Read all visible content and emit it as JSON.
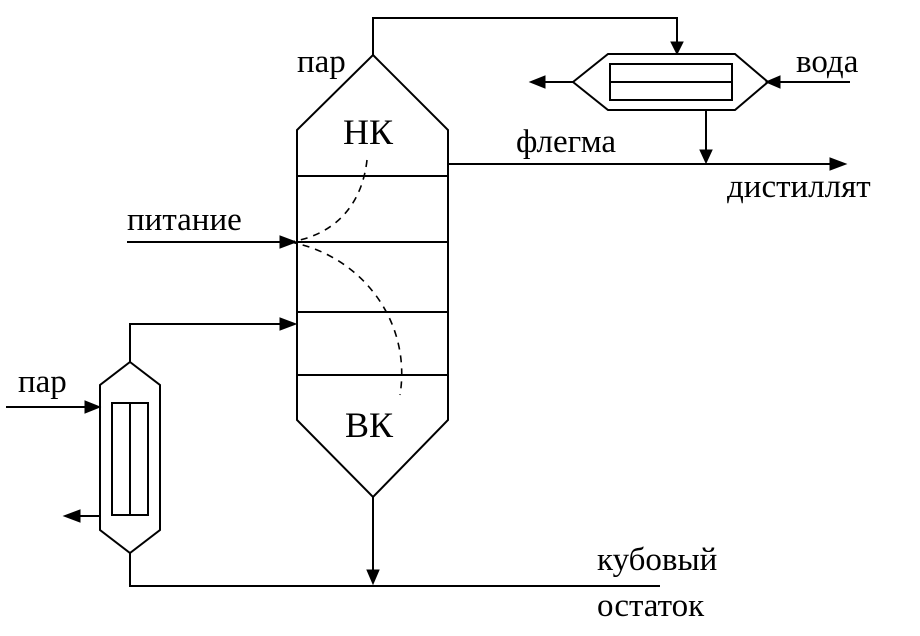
{
  "labels": {
    "steam_top": "пар",
    "steam_left": "пар",
    "water": "вода",
    "reflux": "флегма",
    "distillate": "дистиллят",
    "feed": "питание",
    "light_key": "НК",
    "heavy_key": "ВК",
    "bottoms_line1": "кубовый",
    "bottoms_line2": "остаток"
  }
}
